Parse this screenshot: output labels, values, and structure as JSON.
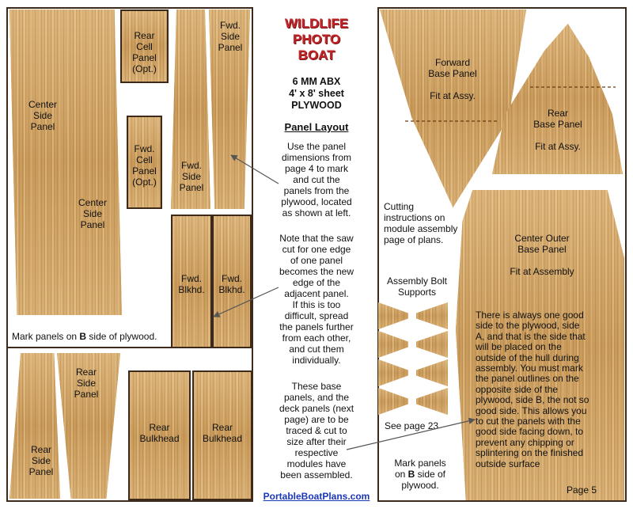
{
  "title": {
    "line1": "WILDLIFE",
    "line2": "PHOTO",
    "line3": "BOAT"
  },
  "spec": {
    "line1": "6 MM ABX",
    "line2": "4' x 8' sheet",
    "line3": "PLYWOOD"
  },
  "layout_heading": "Panel Layout",
  "instructions": {
    "p1": [
      "Use the panel",
      "dimensions from",
      "page 4 to mark",
      "and cut the",
      "panels from the",
      "plywood, located",
      "as shown at left."
    ],
    "p2": [
      "Note that the saw",
      "cut for one edge",
      "of one panel",
      "becomes the new",
      "edge of the",
      "adjacent panel.",
      "If this is too",
      "difficult, spread",
      "the panels further",
      "from each other,",
      "and cut them",
      "individually."
    ],
    "p3": [
      "These base",
      "panels, and the",
      "deck panels (next",
      "page) are to be",
      "traced & cut to",
      "size after their",
      "respective",
      "modules have",
      "been assembled."
    ]
  },
  "website": "PortableBoatPlans.com",
  "left_sheet": {
    "panels": [
      [
        "Center",
        "Side",
        "Panel"
      ],
      [
        "Center",
        "Side",
        "Panel"
      ],
      [
        "Rear",
        "Cell",
        "Panel",
        "(Opt.)"
      ],
      [
        "Fwd.",
        "Cell",
        "Panel",
        "(Opt.)"
      ],
      [
        "Fwd.",
        "Side",
        "Panel"
      ],
      [
        "Fwd.",
        "Side",
        "Panel"
      ],
      [
        "Fwd.",
        "Blkhd."
      ],
      [
        "Fwd.",
        "Blkhd."
      ]
    ],
    "mark_note_pre": "Mark panels on ",
    "mark_note_bold": "B",
    "mark_note_post": " side of plywood."
  },
  "left_bottom_sheet": {
    "panels": [
      [
        "Rear",
        "Side",
        "Panel"
      ],
      [
        "Rear",
        "Side",
        "Panel"
      ],
      [
        "Rear",
        "Bulkhead"
      ],
      [
        "Rear",
        "Bulkhead"
      ]
    ]
  },
  "right_sheet": {
    "forward_base": {
      "lines": [
        "Forward",
        "Base Panel"
      ],
      "fit": "Fit at Assy."
    },
    "rear_base": {
      "lines": [
        "Rear",
        "Base Panel"
      ],
      "fit": "Fit at Assy."
    },
    "center_outer": {
      "lines": [
        "Center Outer",
        "Base Panel"
      ],
      "fit": "Fit at Assembly"
    },
    "cutting_note": [
      "Cutting",
      "instructions on",
      "module assembly",
      "page of plans."
    ],
    "bolt_supports": [
      "Assembly Bolt",
      "Supports"
    ],
    "see_page": "See page 23",
    "mark_note": {
      "line1": "Mark panels",
      "line2_pre": "on ",
      "line2_bold": "B",
      "line2_post": " side of",
      "line3": "plywood."
    },
    "good_side_note": [
      "There is always one good",
      "side to the plywood, side",
      "A, and that is the side that",
      "will be placed on the",
      "outside of the hull during",
      "assembly. You must mark",
      "the panel outlines on the",
      "opposite side of the",
      "plywood, side B, the not so",
      "good side. This allows you",
      "to cut the panels with the",
      "good side facing down, to",
      "prevent any chipping or",
      "splintering on the finished",
      "outside surface"
    ],
    "page_label": "Page 5"
  },
  "colors": {
    "title": "#c0262a",
    "link": "#1a36b8",
    "wood": "#d4a86a",
    "frame": "#3d2a1a"
  }
}
